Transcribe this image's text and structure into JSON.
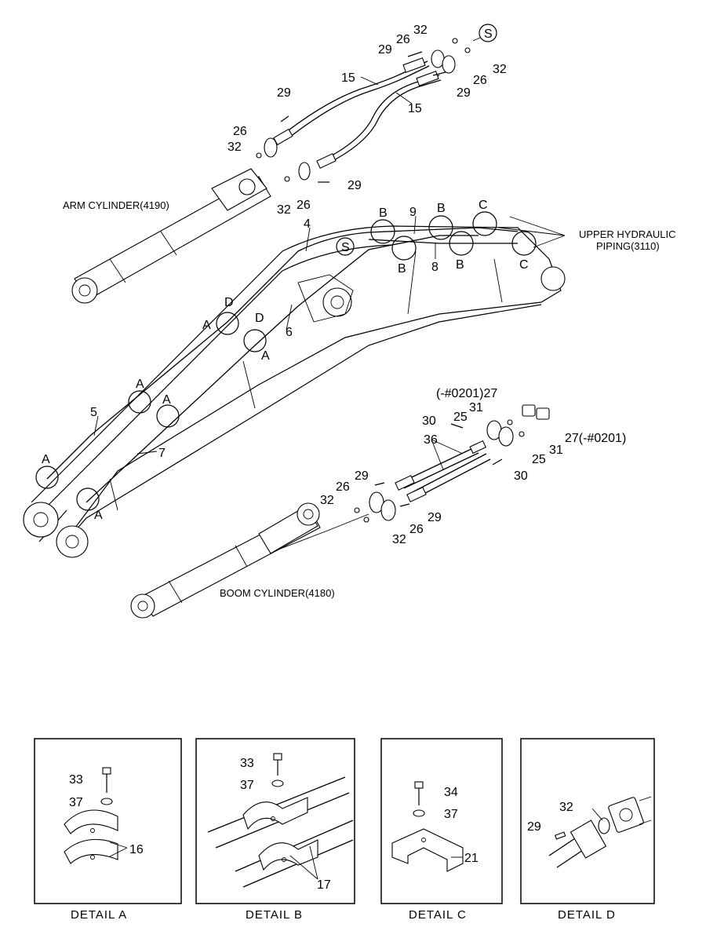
{
  "captions": {
    "arm_cylinder": "ARM CYLINDER(4190)",
    "boom_cylinder": "BOOM CYLINDER(4180)",
    "upper_piping_1": "UPPER HYDRAULIC",
    "upper_piping_2": "PIPING(3110)"
  },
  "callouts": {
    "p32": "32",
    "p26": "26",
    "p29": "29",
    "p15": "15",
    "p4": "4",
    "p5": "5",
    "p6": "6",
    "p7": "7",
    "p8": "8",
    "p9": "9",
    "p25": "25",
    "p30": "30",
    "p31": "31",
    "p36": "36",
    "p27a": "(-#0201)27",
    "p27b": "27(-#0201)",
    "p33": "33",
    "p37": "37",
    "p16": "16",
    "p17": "17",
    "p34": "34",
    "p21": "21"
  },
  "markers": {
    "A": "A",
    "B": "B",
    "C": "C",
    "D": "D",
    "S": "S"
  },
  "details": {
    "a": "DETAIL  A",
    "b": "DETAIL  B",
    "c": "DETAIL  C",
    "d": "DETAIL  D"
  }
}
